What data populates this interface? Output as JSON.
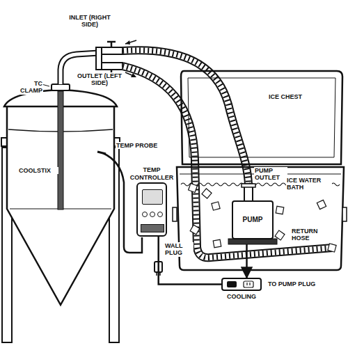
{
  "diagram": {
    "nodes": [
      {
        "text": [
          "ICE CHEST"
        ]
      },
      {
        "text": [
          "PUMP"
        ],
        "in": 0
      },
      {
        "text": [
          "TEMP CONTROLLER"
        ]
      },
      {
        "text": [
          "COOLING"
        ]
      }
    ],
    "edges": [
      {
        "from": 2,
        "to": 3,
        "arrow": "none"
      },
      {
        "from": 1,
        "to": 3,
        "arrow": "to",
        "label": "TO PUMP PLUG"
      }
    ],
    "labels": [
      "INLET (RIGHT SIDE)",
      "OUTLET (LEFT SIDE)",
      "TC CLAMP",
      "COOLSTIX",
      "TEMP PROBE",
      "WALL PLUG",
      "PUMP OUTLET",
      "ICE WATER BATH",
      "RETURN HOSE"
    ]
  }
}
